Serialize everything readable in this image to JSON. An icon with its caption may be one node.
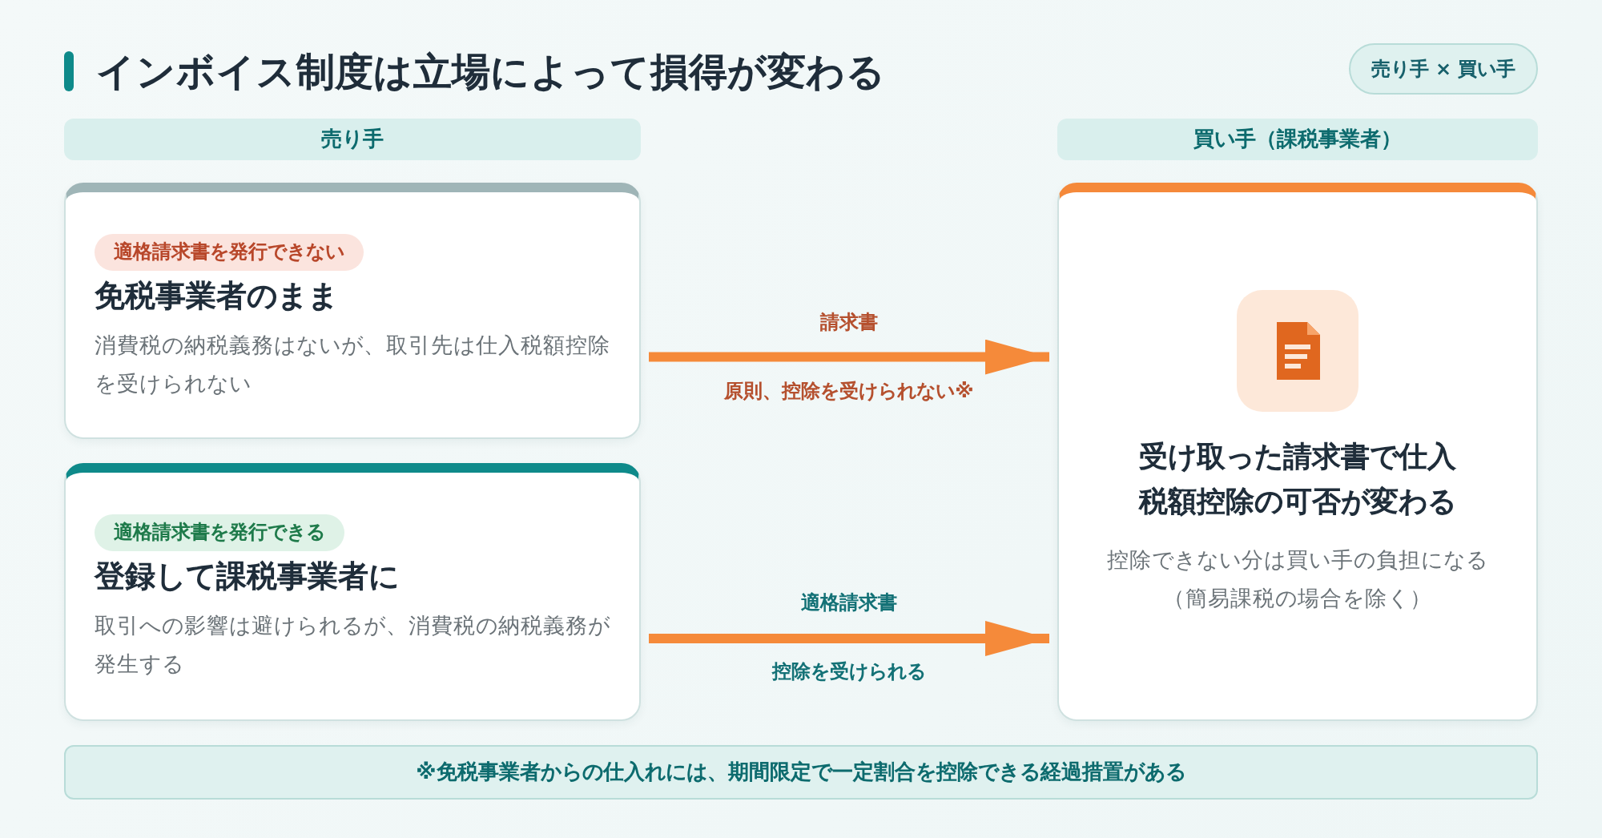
{
  "diagram": {
    "title": "インボイス制度は立場によって損得が変わる",
    "nodes": [
      {
        "text": [
          "売り手 × 買い手"
        ]
      },
      {
        "text": [
          "売り手"
        ]
      },
      {
        "text": [
          "買い手（課税事業者）"
        ]
      },
      {
        "text": [
          "適格請求書を発行できない",
          "免税事業者のまま",
          "消費税の納税義務はないが、取引先は仕入税額控除を受けられない"
        ]
      },
      {
        "text": [
          "適格請求書を発行できる",
          "登録して課税事業者に",
          "取引への影響は避けられるが、消費税の納税義務が発生する"
        ]
      },
      {
        "text": [
          "受け取った請求書で仕入税額控除の可否が変わる",
          "控除できない分は買い手の負担になる（簡易課税の場合を除く）"
        ]
      },
      {
        "text": [
          "※免税事業者からの仕入れには、期間限定で一定割合を控除できる経過措置がある"
        ]
      }
    ],
    "edges": [
      {
        "from": 3,
        "to": 5,
        "arrow": "to",
        "label": "請求書"
      },
      {
        "from": 4,
        "to": 5,
        "arrow": "to",
        "label": "適格請求書"
      }
    ],
    "labels": [
      "原則、控除を受けられない※",
      "控除を受けられる"
    ]
  }
}
